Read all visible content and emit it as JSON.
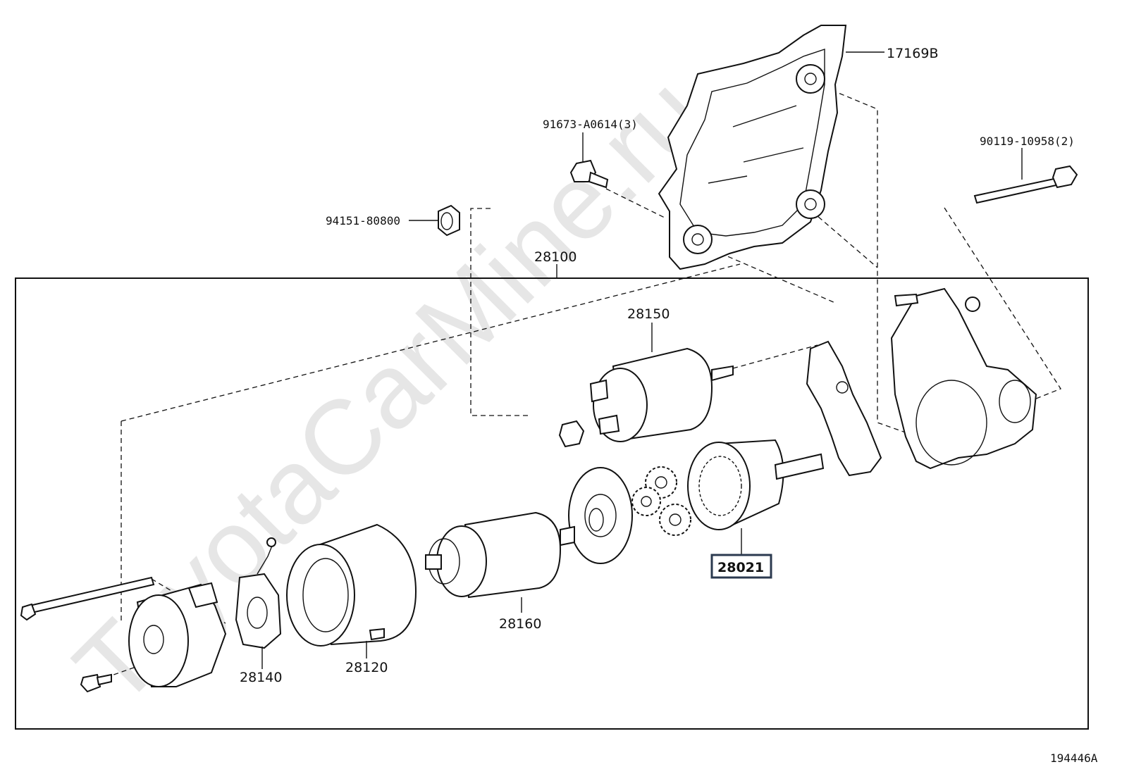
{
  "diagram": {
    "watermark": "ToyotaCarMine.ru",
    "figure_code": "194446A",
    "assembly_label": "28100",
    "highlighted_part": "28021",
    "parts": [
      {
        "id": "17169B"
      },
      {
        "id": "91673-A0614(3)"
      },
      {
        "id": "90119-10958(2)"
      },
      {
        "id": "94151-80800"
      },
      {
        "id": "28150"
      },
      {
        "id": "28021"
      },
      {
        "id": "28160"
      },
      {
        "id": "28140"
      },
      {
        "id": "28120"
      }
    ]
  }
}
